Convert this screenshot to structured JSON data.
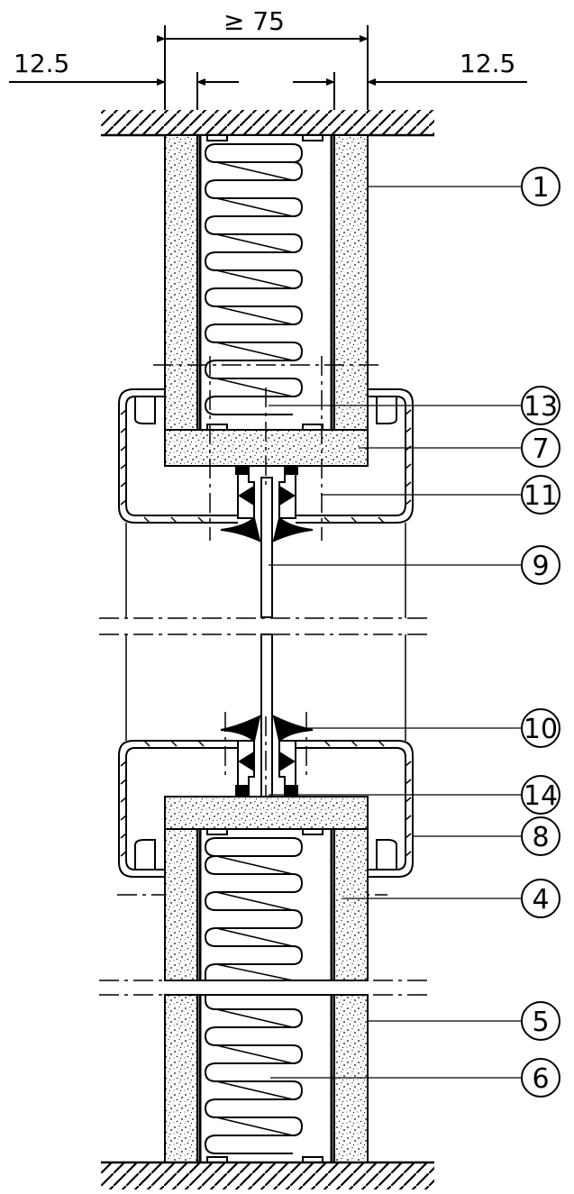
{
  "dimensions": {
    "top_width": "≥ 75",
    "left_board": "12.5",
    "right_board": "12.5"
  },
  "callouts": {
    "c1": "1",
    "c13": "13",
    "c7": "7",
    "c11": "11",
    "c9": "9",
    "c10": "10",
    "c14": "14",
    "c8": "8",
    "c4": "4",
    "c5": "5",
    "c6": "6"
  },
  "colors": {
    "line": "#000000",
    "background": "#ffffff",
    "board_speckle": "#000000"
  }
}
